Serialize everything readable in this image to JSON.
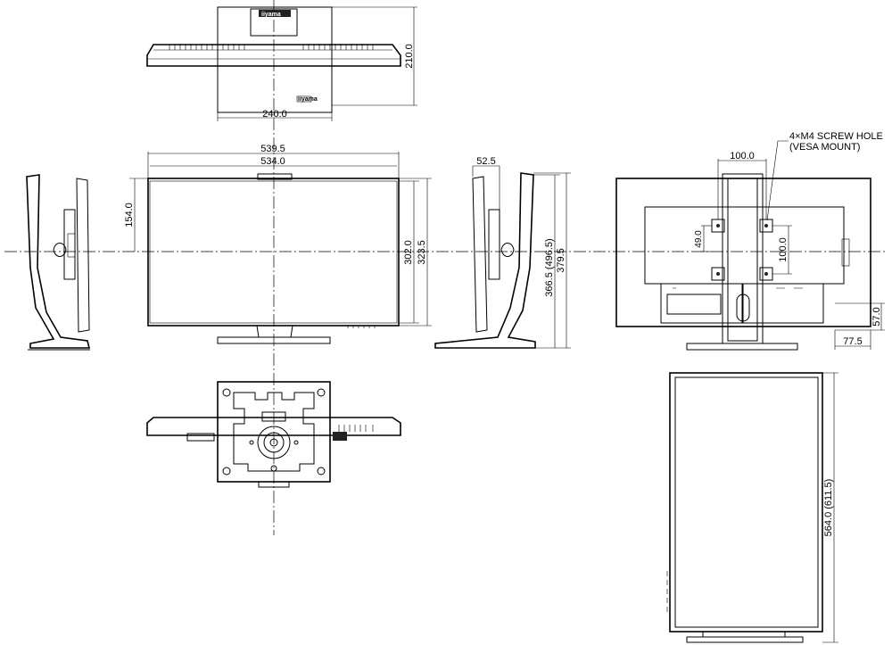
{
  "dimensions": {
    "top_depth": "210.0",
    "top_base_width": "240.0",
    "overall_width": "539.5",
    "panel_width": "534.0",
    "stand_depth": "52.5",
    "panel_top_to_center": "154.0",
    "panel_height": "302.0",
    "bezel_height": "323.5",
    "height_range": "366.5 (496.5)",
    "overall_height": "379.5",
    "vesa_horizontal": "100.0",
    "vesa_vertical": "100.0",
    "vesa_offset": "49.0",
    "port_height": "57.0",
    "port_offset": "77.5",
    "pivot_height": "564.0 (611.5)"
  },
  "annotations": {
    "vesa_line1": "4×M4 SCREW HOLE",
    "vesa_line2": "(VESA MOUNT)"
  },
  "brand": {
    "logo_top": "iiyama",
    "logo_small": "iiyama"
  }
}
